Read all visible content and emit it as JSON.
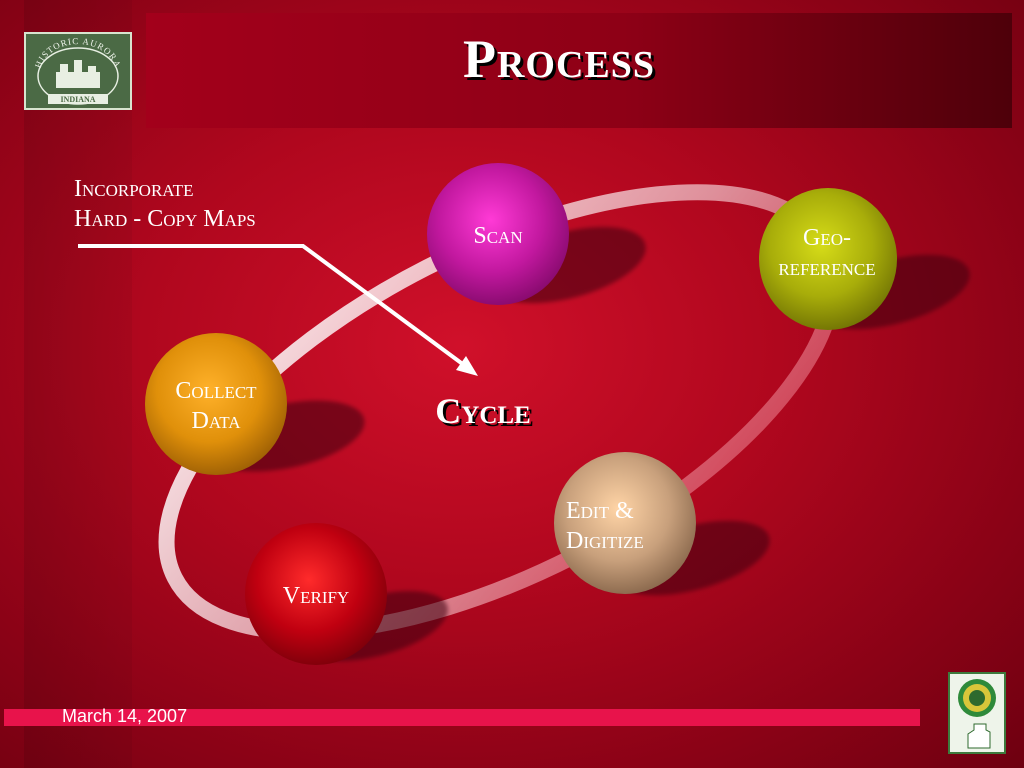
{
  "slide": {
    "title": "Process",
    "center_label": "Cycle",
    "note_line1": "Incorporate",
    "note_line2": "Hard - Copy Maps",
    "date": "March 14, 2007",
    "logo": {
      "arc_text": "HISTORIC AURORA",
      "bottom_text": "INDIANA"
    },
    "steps": {
      "scan": "Scan",
      "georef_line1": "Geo-",
      "georef_line2": "reference",
      "edit_line1": "Edit &",
      "edit_line2": "Digitize",
      "verify": "Verify",
      "collect_line1": "Collect",
      "collect_line2": "Data"
    },
    "colors": {
      "background": "#b0071e",
      "accent_bar": "#e8134b",
      "scan": "#c2189f",
      "georeference": "#a8ad0a",
      "edit": "#c8a07c",
      "verify": "#c00010",
      "collect": "#e0900a"
    }
  }
}
